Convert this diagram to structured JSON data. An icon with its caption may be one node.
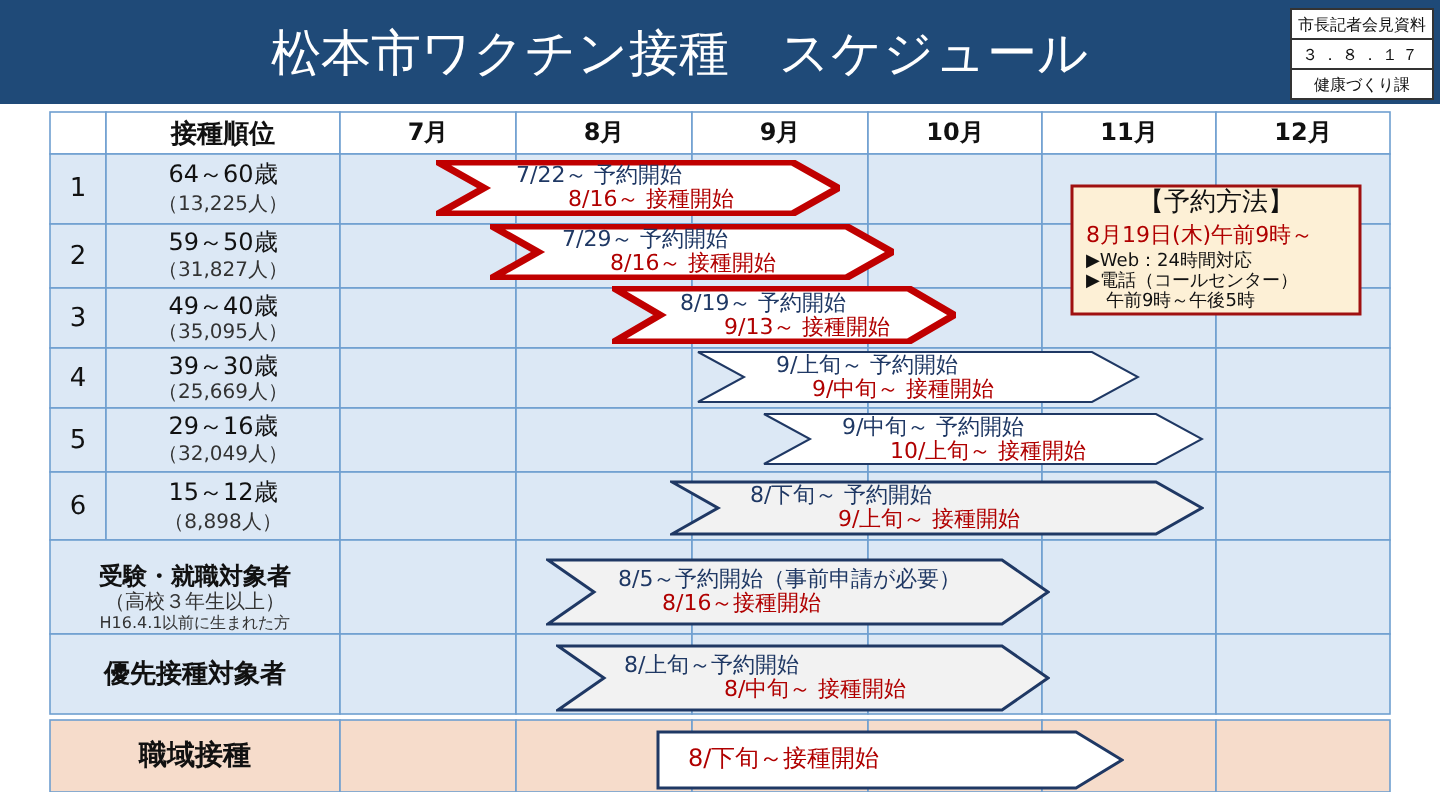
{
  "diagram": {
    "title": "松本市ワクチン接種　スケジュール",
    "nodes": [
      {
        "text": [
          "7/22～ 予約開始",
          "8/16～ 接種開始"
        ]
      },
      {
        "text": [
          "7/29～ 予約開始",
          "8/16～ 接種開始"
        ]
      },
      {
        "text": [
          "8/19～ 予約開始",
          "9/13～ 接種開始"
        ]
      },
      {
        "text": [
          "9/上旬～ 予約開始",
          "9/中旬～ 接種開始"
        ]
      },
      {
        "text": [
          "9/中旬～ 予約開始",
          "10/上旬～ 接種開始"
        ]
      },
      {
        "text": [
          "8/下旬～ 予約開始",
          "9/上旬～ 接種開始"
        ]
      },
      {
        "text": [
          "8/5～予約開始（事前申請が必要）",
          "8/16～接種開始"
        ]
      },
      {
        "text": [
          "8/上旬～予約開始",
          "8/中旬～ 接種開始"
        ]
      },
      {
        "text": [
          "8/下旬～接種開始"
        ]
      },
      {
        "text": [
          "【予約方法】",
          "8月19日(木)午前9時～",
          "▶Web：24時間対応",
          "▶電話（コールセンター）",
          "午前9時～午後5時"
        ]
      }
    ],
    "labels": [
      "市長記者会見資料",
      "３．８．１７",
      "健康づくり課",
      "接種順位",
      "7月",
      "8月",
      "9月",
      "10月",
      "11月",
      "12月",
      "1",
      "64～60歳",
      "（13,225人）",
      "2",
      "59～50歳",
      "（31,827人）",
      "3",
      "49～40歳",
      "（35,095人）",
      "4",
      "39～30歳",
      "（25,669人）",
      "5",
      "29～16歳",
      "（32,049人）",
      "6",
      "15～12歳",
      "（8,898人）",
      "受験・就職対象者",
      "（高校３年生以上）",
      "H16.4.1以前に生まれた方",
      "優先接種対象者",
      "職域接種"
    ]
  }
}
